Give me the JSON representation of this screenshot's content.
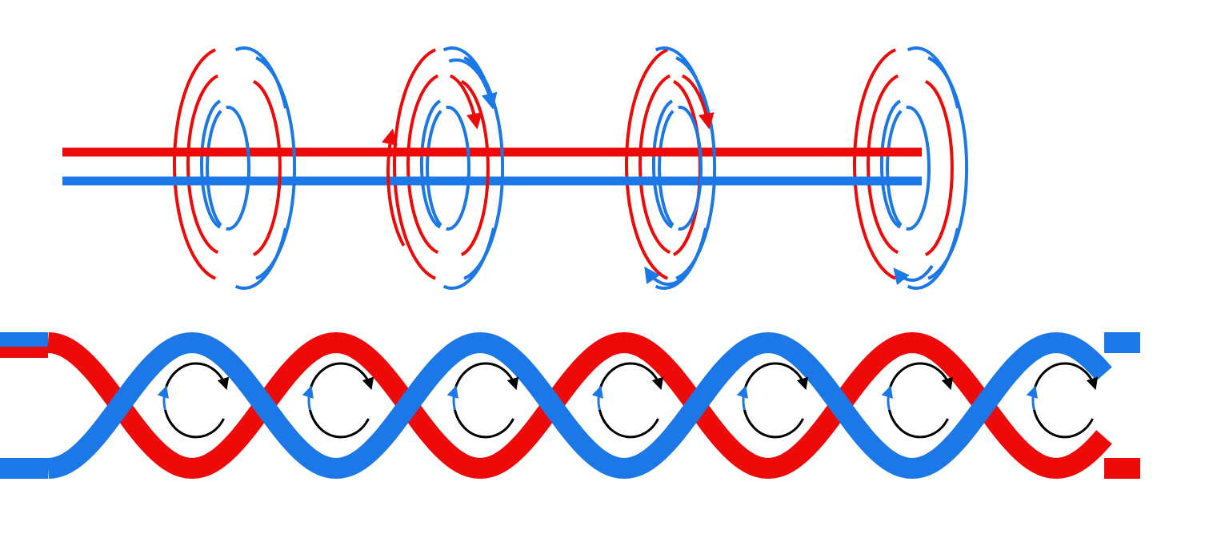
{
  "colors": {
    "red": "#ef0a0a",
    "blue": "#1b78e6",
    "black": "#000000",
    "background": "#ffffff"
  },
  "figure": {
    "top_panel": {
      "wires": 2,
      "field_loop_groups": 4
    },
    "bottom_panel": {
      "strands": 2,
      "twist_gaps": 7
    }
  }
}
